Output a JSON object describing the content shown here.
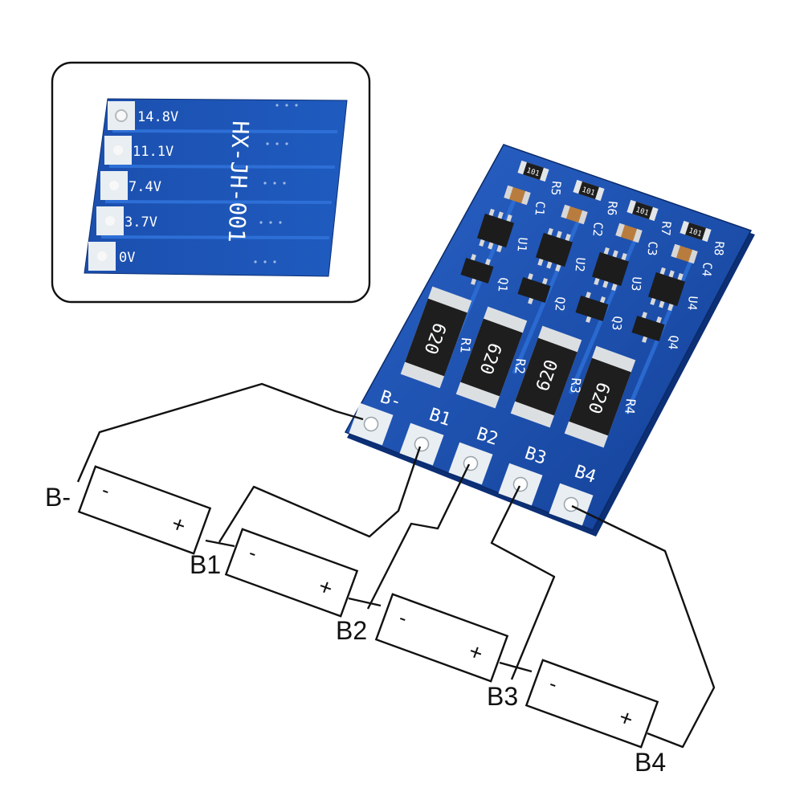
{
  "inset": {
    "board_name": "HX-JH-001",
    "pads": [
      {
        "label": "14.8V"
      },
      {
        "label": "11.1V"
      },
      {
        "label": "7.4V"
      },
      {
        "label": "3.7V"
      },
      {
        "label": "0V"
      }
    ]
  },
  "board": {
    "terminals": [
      "B-",
      "B1",
      "B2",
      "B3",
      "B4"
    ],
    "shunt_resistors": [
      {
        "designator": "R1",
        "marking": "620"
      },
      {
        "designator": "R2",
        "marking": "620"
      },
      {
        "designator": "R3",
        "marking": "620"
      },
      {
        "designator": "R4",
        "marking": "620"
      }
    ],
    "small_resistors": [
      {
        "designator": "R5",
        "marking": "101"
      },
      {
        "designator": "R6",
        "marking": "101"
      },
      {
        "designator": "R7",
        "marking": "101"
      },
      {
        "designator": "R8",
        "marking": "101"
      }
    ],
    "capacitors": [
      "C1",
      "C2",
      "C3",
      "C4"
    ],
    "ics": [
      "U1",
      "U2",
      "U3",
      "U4"
    ],
    "transistors": [
      "Q1",
      "Q2",
      "Q3",
      "Q4"
    ]
  },
  "wiring": {
    "node_labels": [
      "B-",
      "B1",
      "B2",
      "B3",
      "B4"
    ],
    "cells": [
      {
        "minus": "-",
        "plus": "+"
      },
      {
        "minus": "-",
        "plus": "+"
      },
      {
        "minus": "-",
        "plus": "+"
      },
      {
        "minus": "-",
        "plus": "+"
      }
    ]
  },
  "colors": {
    "pcb_blue": "#1a52b4",
    "pcb_dark": "#0f3a8a",
    "trace": "#2d6fd6",
    "pad": "#e9eef2",
    "resistor_body": "#1e1e1e",
    "ink": "#111111"
  }
}
